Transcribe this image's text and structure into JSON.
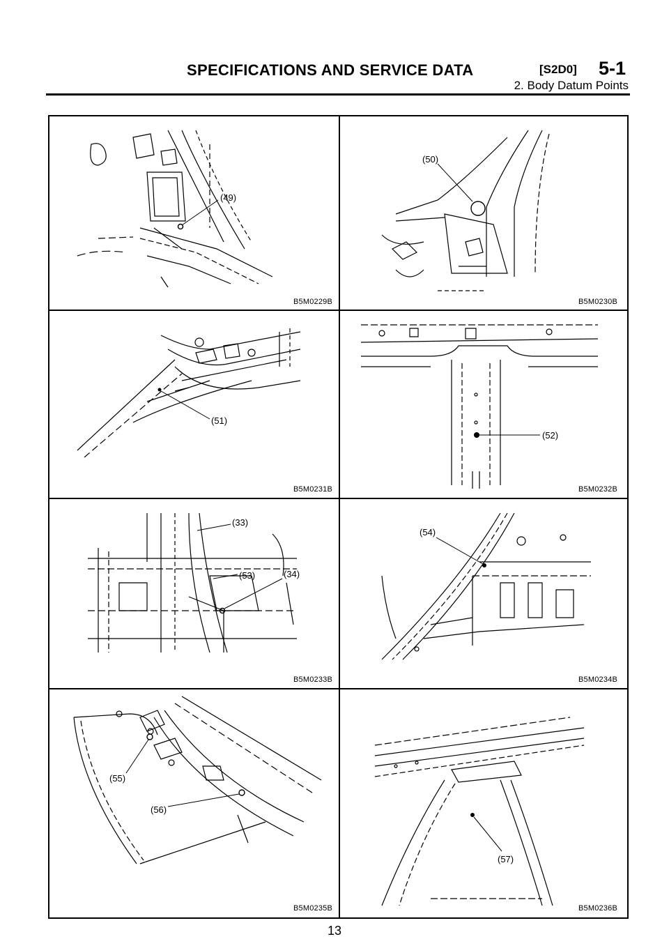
{
  "header": {
    "title": "SPECIFICATIONS AND SERVICE DATA",
    "code": "[S2D0]",
    "section": "5-1",
    "subtitle": "2. Body Datum Points"
  },
  "figures": [
    {
      "caption": "B5M0229B",
      "labels": [
        "(49)"
      ]
    },
    {
      "caption": "B5M0230B",
      "labels": [
        "(50)"
      ]
    },
    {
      "caption": "B5M0231B",
      "labels": [
        "(51)"
      ]
    },
    {
      "caption": "B5M0232B",
      "labels": [
        "(52)"
      ]
    },
    {
      "caption": "B5M0233B",
      "labels": [
        "(33)",
        "(53)",
        "(34)"
      ]
    },
    {
      "caption": "B5M0234B",
      "labels": [
        "(54)"
      ]
    },
    {
      "caption": "B5M0235B",
      "labels": [
        "(55)",
        "(56)"
      ]
    },
    {
      "caption": "B5M0236B",
      "labels": [
        "(57)"
      ]
    }
  ],
  "page_number": "13"
}
